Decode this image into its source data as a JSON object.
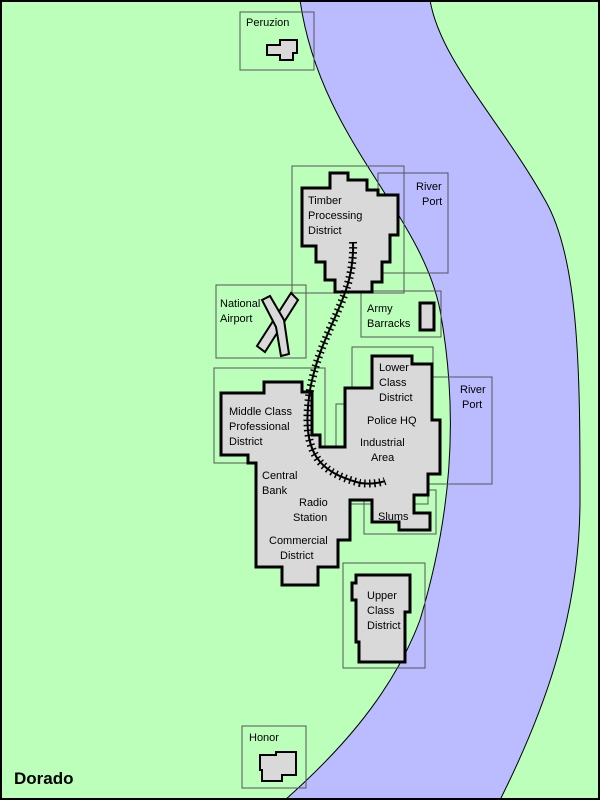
{
  "map": {
    "title": "Dorado",
    "colors": {
      "land": "#bbffbb",
      "river": "#bbbbff",
      "building": "#d9d9d9"
    },
    "places": {
      "peruzion": "Peruzion",
      "river_port_north": [
        "River",
        "Port"
      ],
      "timber": [
        "Timber",
        "Processing",
        "District"
      ],
      "airport": [
        "National",
        "Airport"
      ],
      "army": [
        "Army",
        "Barracks"
      ],
      "lower_class": [
        "Lower",
        "Class",
        "District"
      ],
      "river_port_south": [
        "River",
        "Port"
      ],
      "middle_class": [
        "Middle Class",
        "Professional",
        "District"
      ],
      "police": "Police HQ",
      "industrial": [
        "Industrial",
        "Area"
      ],
      "central_bank": [
        "Central",
        "Bank"
      ],
      "radio": [
        "Radio",
        "Station"
      ],
      "slums": "Slums",
      "commercial": [
        "Commercial",
        "District"
      ],
      "upper_class": [
        "Upper",
        "Class",
        "District"
      ],
      "honor": "Honor"
    }
  }
}
